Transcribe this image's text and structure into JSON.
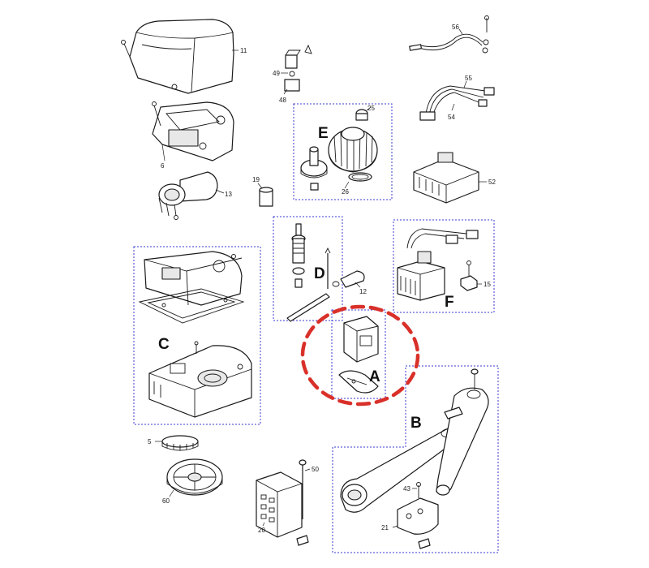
{
  "parts": {
    "p11": "11",
    "p6": "6",
    "p13": "13",
    "p19": "19",
    "p49": "49",
    "p48": "48",
    "p25": "25",
    "p26": "26",
    "p56": "56",
    "p55": "55",
    "p54": "54",
    "p52": "52",
    "p12": "12",
    "p15": "15",
    "p5": "5",
    "p60": "60",
    "p50": "50",
    "p20": "20",
    "p43": "43",
    "p21": "21"
  },
  "groups": {
    "A": "A",
    "B": "B",
    "C": "C",
    "D": "D",
    "E": "E",
    "F": "F"
  },
  "colors": {
    "group_border": "#3a3ad0",
    "highlight": "#d9302a",
    "line": "#1a1a1a"
  }
}
